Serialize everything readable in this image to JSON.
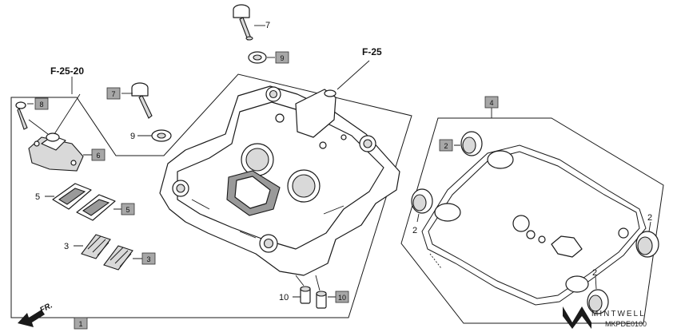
{
  "references": {
    "ref_a": "F-25-20",
    "ref_b": "F-25"
  },
  "callouts": {
    "c1": "1",
    "c2_badge": "2",
    "c2_left": "2",
    "c2_right": "2",
    "c2_bottom": "2",
    "c3_plain": "3",
    "c3_badge": "3",
    "c4_badge": "4",
    "c5_plain": "5",
    "c5_badge": "5",
    "c6_badge": "6",
    "c7_top": "7",
    "c7_badge": "7",
    "c8_badge": "8",
    "c9_plain": "9",
    "c9_badge": "9",
    "c10_plain": "10",
    "c10_badge": "10"
  },
  "direction": {
    "label": "FR."
  },
  "watermark": {
    "brand": "MINTWELL",
    "diagram_code": "MKPDE0100"
  },
  "colors": {
    "badge_fill": "#a7a7a7",
    "line": "#1a1a1a",
    "shade": "#d9d9d9"
  }
}
